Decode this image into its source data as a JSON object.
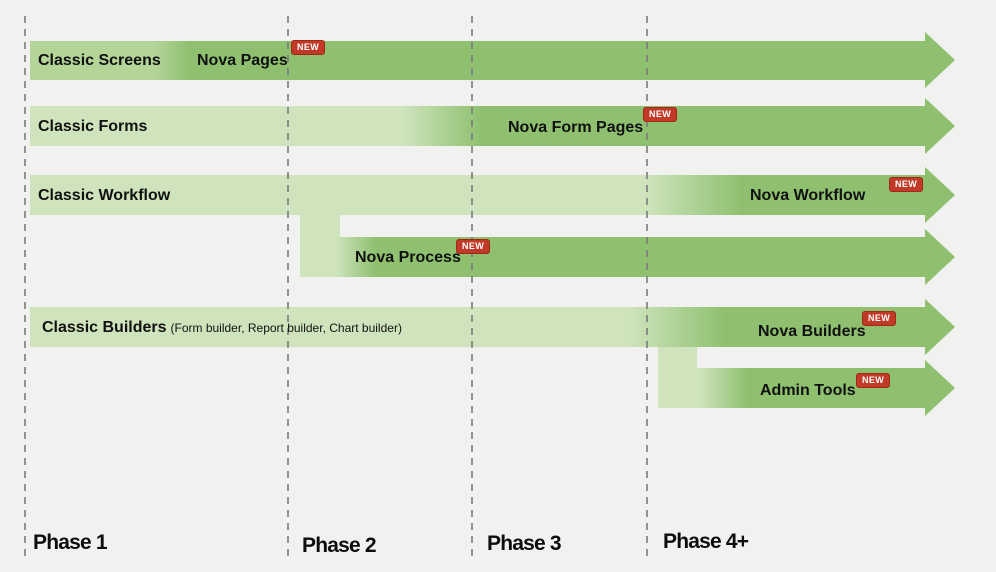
{
  "colors": {
    "background": "#f1f1ef",
    "band_light": "#cfe4bd",
    "band_row1_light": "#b4d498",
    "band_dark": "#8ec06f",
    "badge_background": "#c13a28",
    "badge_text_color": "#ffffff",
    "divider_gray": "#7a7a7a",
    "text": "#111111"
  },
  "phases": [
    {
      "label": "Phase 1"
    },
    {
      "label": "Phase 2"
    },
    {
      "label": "Phase 3"
    },
    {
      "label": "Phase 4+"
    }
  ],
  "rows": [
    {
      "classic_label": "Classic Screens",
      "nova_label": "Nova Pages",
      "badge": "NEW"
    },
    {
      "classic_label": "Classic Forms",
      "nova_label": "Nova Form Pages",
      "badge": "NEW"
    },
    {
      "classic_label": "Classic Workflow",
      "nova_label": "Nova Workflow",
      "badge": "NEW"
    },
    {
      "nova_label": "Nova Process",
      "badge": "NEW"
    },
    {
      "classic_label": "Classic Builders",
      "classic_sublabel": "(Form builder, Report builder, Chart builder)",
      "nova_label": "Nova Builders",
      "badge": "NEW"
    },
    {
      "nova_label": "Admin Tools",
      "badge": "NEW"
    }
  ]
}
